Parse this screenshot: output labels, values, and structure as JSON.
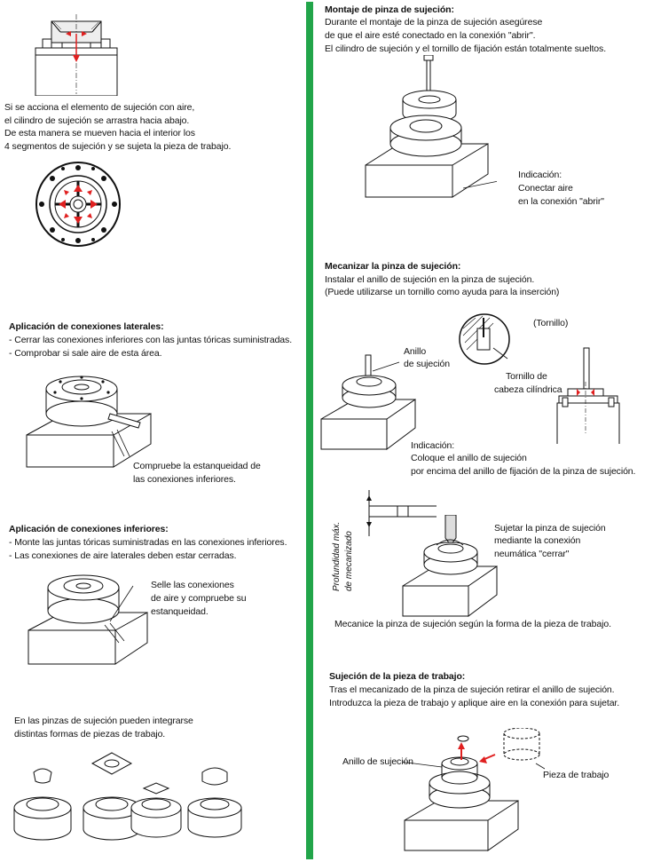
{
  "left": {
    "intro": [
      "Si se acciona el elemento de sujeción con aire,",
      "el cilindro de sujeción se arrastra hacia abajo.",
      "De esta manera se mueven hacia el interior los",
      "4 segmentos de sujeción y se sujeta la pieza de trabajo."
    ],
    "lateral": {
      "title": "Aplicación de conexiones laterales:",
      "lines": [
        "- Cerrar las conexiones inferiores con las juntas tóricas suministradas.",
        "- Comprobar si sale aire de esta área."
      ],
      "callout": [
        "Compruebe la estanqueidad de",
        "las conexiones inferiores."
      ]
    },
    "inferior": {
      "title": "Aplicación de conexiones inferiores:",
      "lines": [
        "- Monte las juntas tóricas suministradas en las conexiones inferiores.",
        "- Las conexiones de aire laterales deben estar cerradas."
      ],
      "callout": [
        "Selle las conexiones",
        "de aire y compruebe su",
        "estanqueidad."
      ]
    },
    "forms": [
      "En las pinzas de sujeción pueden integrarse",
      "distintas formas de piezas de trabajo."
    ]
  },
  "right": {
    "montaje": {
      "title": "Montaje de pinza de sujeción:",
      "lines": [
        "Durante el montaje de la pinza de sujeción asegúrese",
        "de que el aire esté conectado en la conexión \"abrir\".",
        "El cilindro de sujeción y el tornillo de fijación están totalmente sueltos."
      ],
      "callout": [
        "Indicación:",
        "Conectar aire",
        "en la conexión \"abrir\""
      ]
    },
    "mecanizar": {
      "title": "Mecanizar la pinza de sujeción:",
      "lines": [
        "Instalar el anillo de sujeción en la pinza de sujeción.",
        "(Puede utilizarse un tornillo como ayuda para la inserción)"
      ],
      "anillo": [
        "Anillo",
        "de sujeción"
      ],
      "tornillo_cab": [
        "Tornillo de",
        "cabeza cilíndrica"
      ],
      "tornillo": "(Tornillo)",
      "indicacion": [
        "Indicación:",
        "Coloque el anillo de sujeción",
        "por encima del anillo de fijación de la pinza de sujeción."
      ],
      "depth": [
        "Profundidad máx.",
        "de mecanizado"
      ],
      "sujetar": [
        "Sujetar la pinza de sujeción",
        "mediante la conexión",
        "neumática \"cerrar\""
      ],
      "mecanice": "Mecanice la pinza de sujeción según la forma de la pieza de trabajo."
    },
    "sujecion": {
      "title": "Sujeción de la pieza de trabajo:",
      "lines": [
        "Tras el mecanizado de la pinza de sujeción retirar el anillo de sujeción.",
        "Introduzca la pieza de trabajo y aplique aire en la conexión para sujetar."
      ],
      "anillo": "Anillo de sujeción",
      "pieza": "Pieza de trabajo"
    }
  },
  "colors": {
    "accent_green": "#22a54a",
    "arrow_red": "#e02020",
    "line": "#111111"
  }
}
